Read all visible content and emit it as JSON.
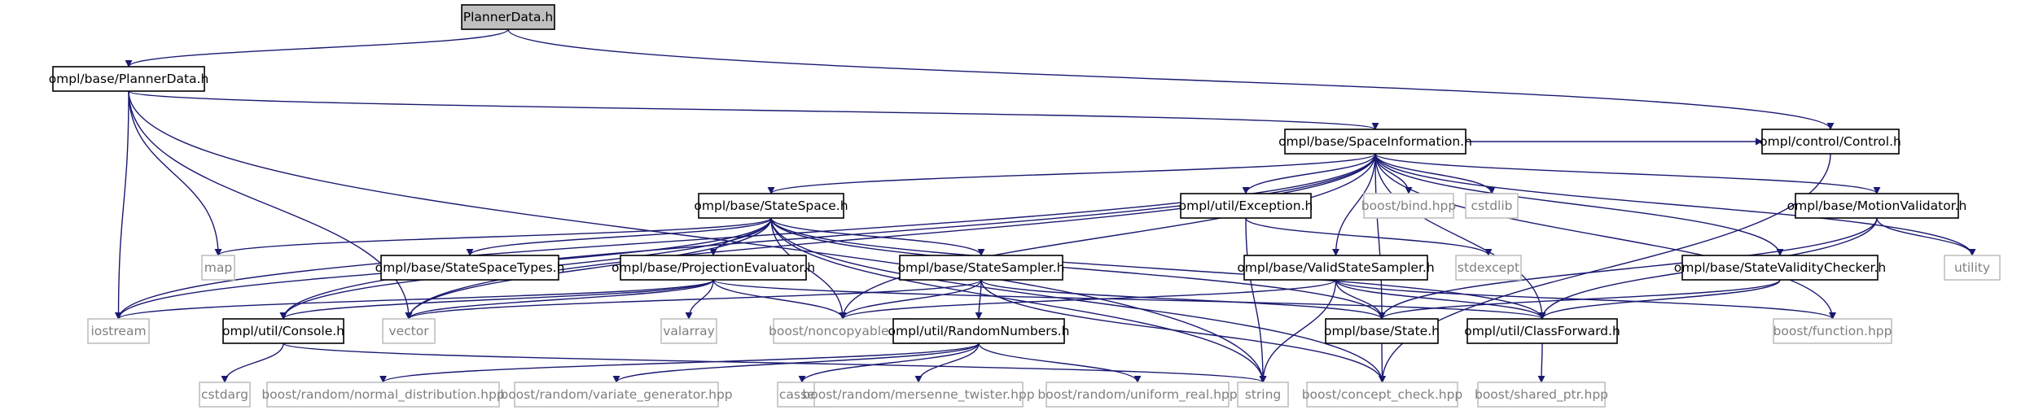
{
  "diagram": {
    "nodes": [
      {
        "id": "n0",
        "label": "PlannerData.h",
        "kind": "root"
      },
      {
        "id": "n1",
        "label": "ompl/base/PlannerData.h",
        "kind": "local"
      },
      {
        "id": "n2",
        "label": "ompl/base/SpaceInformation.h",
        "kind": "local"
      },
      {
        "id": "n3",
        "label": "ompl/control/Control.h",
        "kind": "local"
      },
      {
        "id": "n4",
        "label": "ompl/base/StateSpace.h",
        "kind": "local"
      },
      {
        "id": "n5",
        "label": "ompl/util/Exception.h",
        "kind": "local"
      },
      {
        "id": "n6",
        "label": "boost/bind.hpp",
        "kind": "ext"
      },
      {
        "id": "n7",
        "label": "cstdlib",
        "kind": "ext"
      },
      {
        "id": "n8",
        "label": "ompl/base/MotionValidator.h",
        "kind": "local"
      },
      {
        "id": "n9",
        "label": "map",
        "kind": "ext"
      },
      {
        "id": "n10",
        "label": "ompl/base/StateSpaceTypes.h",
        "kind": "local"
      },
      {
        "id": "n11",
        "label": "stdexcept",
        "kind": "ext"
      },
      {
        "id": "n12",
        "label": "ompl/base/ProjectionEvaluator.h",
        "kind": "local"
      },
      {
        "id": "n13",
        "label": "ompl/base/StateSampler.h",
        "kind": "local"
      },
      {
        "id": "n14",
        "label": "ompl/base/ValidStateSampler.h",
        "kind": "local"
      },
      {
        "id": "n15",
        "label": "ompl/base/StateValidityChecker.h",
        "kind": "local"
      },
      {
        "id": "n16",
        "label": "utility",
        "kind": "ext"
      },
      {
        "id": "n17",
        "label": "iostream",
        "kind": "ext"
      },
      {
        "id": "n18",
        "label": "ompl/util/Console.h",
        "kind": "local"
      },
      {
        "id": "n19",
        "label": "vector",
        "kind": "ext"
      },
      {
        "id": "n20",
        "label": "valarray",
        "kind": "ext"
      },
      {
        "id": "n21",
        "label": "boost/noncopyable.hpp",
        "kind": "ext"
      },
      {
        "id": "n22",
        "label": "ompl/util/RandomNumbers.h",
        "kind": "local"
      },
      {
        "id": "n23",
        "label": "ompl/base/State.h",
        "kind": "local"
      },
      {
        "id": "n24",
        "label": "ompl/util/ClassForward.h",
        "kind": "local"
      },
      {
        "id": "n25",
        "label": "boost/function.hpp",
        "kind": "ext"
      },
      {
        "id": "n26",
        "label": "cstdarg",
        "kind": "ext"
      },
      {
        "id": "n27",
        "label": "boost/random/normal_distribution.hpp",
        "kind": "ext"
      },
      {
        "id": "n28",
        "label": "boost/random/variate_generator.hpp",
        "kind": "ext"
      },
      {
        "id": "n29",
        "label": "cassert",
        "kind": "ext"
      },
      {
        "id": "n30",
        "label": "boost/random/mersenne_twister.hpp",
        "kind": "ext"
      },
      {
        "id": "n31",
        "label": "boost/random/uniform_real.hpp",
        "kind": "ext"
      },
      {
        "id": "n32",
        "label": "string",
        "kind": "ext"
      },
      {
        "id": "n33",
        "label": "boost/concept_check.hpp",
        "kind": "ext"
      },
      {
        "id": "n34",
        "label": "boost/shared_ptr.hpp",
        "kind": "ext"
      }
    ],
    "edges": [
      [
        "n0",
        "n1"
      ],
      [
        "n0",
        "n3"
      ],
      [
        "n1",
        "n2"
      ],
      [
        "n1",
        "n9"
      ],
      [
        "n1",
        "n17"
      ],
      [
        "n1",
        "n19"
      ],
      [
        "n1",
        "n32"
      ],
      [
        "n2",
        "n3"
      ],
      [
        "n2",
        "n4"
      ],
      [
        "n2",
        "n5"
      ],
      [
        "n2",
        "n6"
      ],
      [
        "n2",
        "n7"
      ],
      [
        "n2",
        "n8"
      ],
      [
        "n2",
        "n14"
      ],
      [
        "n2",
        "n15"
      ],
      [
        "n2",
        "n16"
      ],
      [
        "n2",
        "n17"
      ],
      [
        "n2",
        "n18"
      ],
      [
        "n2",
        "n19"
      ],
      [
        "n2",
        "n21"
      ],
      [
        "n2",
        "n23"
      ],
      [
        "n2",
        "n24"
      ],
      [
        "n2",
        "n25"
      ],
      [
        "n3",
        "n33"
      ],
      [
        "n4",
        "n9"
      ],
      [
        "n4",
        "n10"
      ],
      [
        "n4",
        "n12"
      ],
      [
        "n4",
        "n13"
      ],
      [
        "n4",
        "n17"
      ],
      [
        "n4",
        "n18"
      ],
      [
        "n4",
        "n19"
      ],
      [
        "n4",
        "n21"
      ],
      [
        "n4",
        "n23"
      ],
      [
        "n4",
        "n24"
      ],
      [
        "n4",
        "n32"
      ],
      [
        "n4",
        "n33"
      ],
      [
        "n5",
        "n11"
      ],
      [
        "n5",
        "n32"
      ],
      [
        "n8",
        "n16"
      ],
      [
        "n8",
        "n23"
      ],
      [
        "n8",
        "n24"
      ],
      [
        "n12",
        "n17"
      ],
      [
        "n12",
        "n18"
      ],
      [
        "n12",
        "n19"
      ],
      [
        "n12",
        "n20"
      ],
      [
        "n12",
        "n21"
      ],
      [
        "n12",
        "n24"
      ],
      [
        "n13",
        "n19"
      ],
      [
        "n13",
        "n21"
      ],
      [
        "n13",
        "n22"
      ],
      [
        "n13",
        "n23"
      ],
      [
        "n13",
        "n33"
      ],
      [
        "n14",
        "n21"
      ],
      [
        "n14",
        "n23"
      ],
      [
        "n14",
        "n24"
      ],
      [
        "n14",
        "n25"
      ],
      [
        "n14",
        "n32"
      ],
      [
        "n15",
        "n23"
      ],
      [
        "n15",
        "n24"
      ],
      [
        "n18",
        "n26"
      ],
      [
        "n18",
        "n32"
      ],
      [
        "n22",
        "n27"
      ],
      [
        "n22",
        "n28"
      ],
      [
        "n22",
        "n29"
      ],
      [
        "n22",
        "n30"
      ],
      [
        "n22",
        "n31"
      ],
      [
        "n23",
        "n33"
      ],
      [
        "n24",
        "n34"
      ]
    ]
  }
}
